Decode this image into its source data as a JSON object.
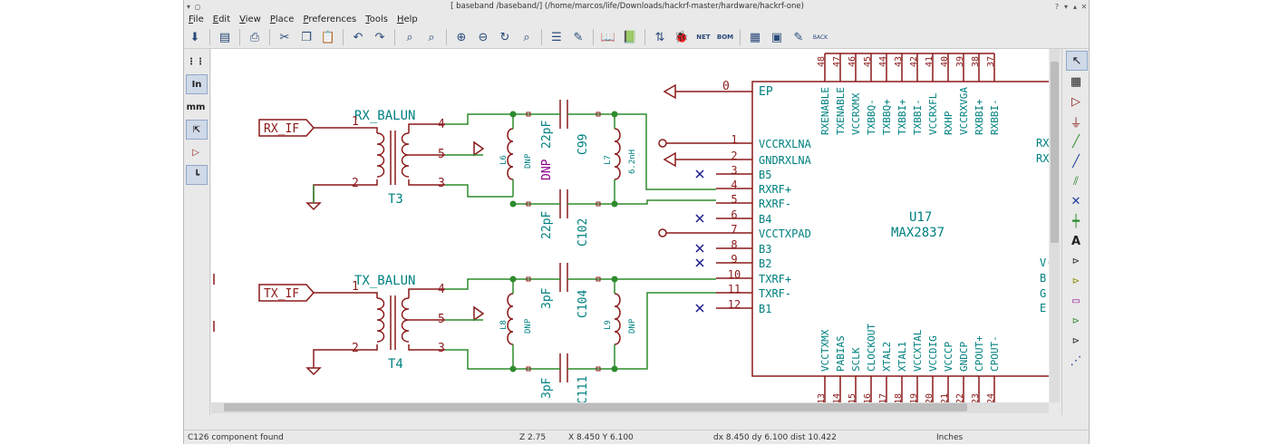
{
  "window": {
    "title": "[ baseband /baseband/] (/home/marcos/life/Downloads/hackrf-master/hardware/hackrf-one)"
  },
  "menu": [
    "File",
    "Edit",
    "View",
    "Place",
    "Preferences",
    "Tools",
    "Help"
  ],
  "left_toolbar": {
    "in": "In",
    "mm": "mm"
  },
  "right_toolbar": {
    "label_a": "A"
  },
  "toolbar": {
    "back": "BACK",
    "net": "NET",
    "bom": "BOM"
  },
  "schematic": {
    "rx_if": "RX_IF",
    "tx_if": "TX_IF",
    "rx_balun": "RX_BALUN",
    "tx_balun": "TX_BALUN",
    "t3": "T3",
    "t4": "T4",
    "p1": "1",
    "p2": "2",
    "p3": "3",
    "p4": "4",
    "p5": "5",
    "l6": "L6",
    "l7": "L7",
    "l8": "L8",
    "l9": "L9",
    "dnp": "DNP",
    "c99": "C99",
    "c102": "C102",
    "c104": "C104",
    "c111": "C111",
    "v22pf": "22pF",
    "v3pf": "3pF",
    "v62nh": "6.2nH",
    "u17": "U17",
    "max2837": "MAX2837",
    "net0": "0",
    "left_pins": [
      {
        "num": "1",
        "name": "VCCRXLNA"
      },
      {
        "num": "2",
        "name": "GNDRXLNA"
      },
      {
        "num": "3",
        "name": "B5"
      },
      {
        "num": "4",
        "name": "RXRF+"
      },
      {
        "num": "5",
        "name": "RXRF-"
      },
      {
        "num": "6",
        "name": "B4"
      },
      {
        "num": "7",
        "name": "VCCTXPAD"
      },
      {
        "num": "8",
        "name": "B3"
      },
      {
        "num": "9",
        "name": "B2"
      },
      {
        "num": "10",
        "name": "TXRF+"
      },
      {
        "num": "11",
        "name": "TXRF-"
      },
      {
        "num": "12",
        "name": "B1"
      }
    ],
    "ep": "EP",
    "top_pins": [
      "RXENABLE",
      "TXENABLE",
      "VCCRXMX",
      "TXBBQ-",
      "TXBBQ+",
      "TXBBI+",
      "TXBBI-",
      "VCCRXFL",
      "RXHP",
      "VCCRXVGA",
      "RXBBI+",
      "RXBBI-"
    ],
    "top_nums": [
      "48",
      "47",
      "46",
      "45",
      "44",
      "43",
      "42",
      "41",
      "40",
      "39",
      "38",
      "37"
    ],
    "bottom_pins": [
      "VCCTXMX",
      "PABIAS",
      "SCLK",
      "CLOCKOUT",
      "XTAL2",
      "XTAL1",
      "VCCXTAL",
      "VCCDIG",
      "VCCCP",
      "GNDCP",
      "CPOUT+",
      "CPOUT-"
    ],
    "bottom_nums": [
      "13",
      "14",
      "15",
      "16",
      "17",
      "18",
      "19",
      "20",
      "21",
      "22",
      "23",
      "24"
    ],
    "right_partial": [
      "RX",
      "RX",
      "V(",
      "B",
      "G",
      "E"
    ]
  },
  "status": {
    "message": "C126 component found",
    "zoom": "Z 2.75",
    "xy": "X 8.450  Y 6.100",
    "dxdy": "dx 8.450  dy 6.100  dist 10.422",
    "units": "Inches"
  },
  "colors": {
    "wire": "#2e8b2e",
    "component": "#8b1a1a",
    "text": "#008080",
    "dnp": "#8b008b",
    "noconnect": "#1a1a8b"
  }
}
